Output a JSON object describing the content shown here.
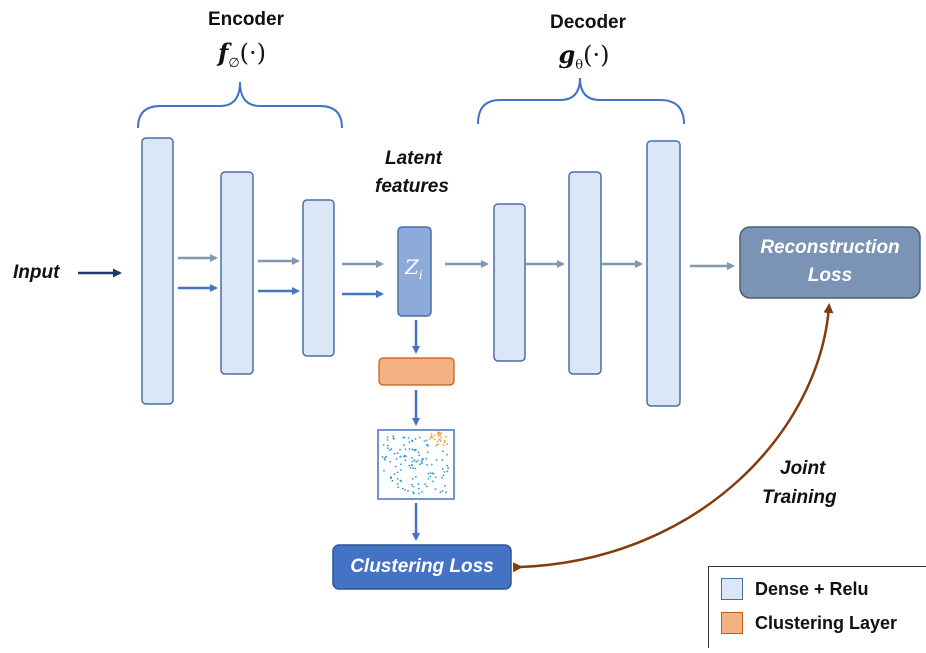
{
  "encoder": {
    "title": "Encoder",
    "func_base": "f",
    "func_sub": "∅",
    "func_arg": "(·)"
  },
  "decoder": {
    "title": "Decoder",
    "func_base": "g",
    "func_sub": "θ",
    "func_arg": "(·)"
  },
  "latent": {
    "label_line1": "Latent",
    "label_line2": "features",
    "symbol": "Z",
    "symbol_sub": "i"
  },
  "input_label": "Input",
  "reconstruction_loss": {
    "line1": "Reconstruction",
    "line2": "Loss"
  },
  "clustering_loss": "Clustering Loss",
  "joint_training": {
    "line1": "Joint",
    "line2": "Training"
  },
  "legend": {
    "items": [
      {
        "label": "Dense + Relu",
        "color": "#dbe6f6"
      },
      {
        "label": "Clustering Layer",
        "color": "#f4b183"
      }
    ]
  },
  "colors": {
    "layer_fill": "#dbe6f6",
    "layer_stroke": "#4a6fa5",
    "latent_fill": "#8eaadb",
    "clustering_layer": "#f4b183",
    "recon_box": "#7b93b4",
    "cluster_box": "#4472c4",
    "arrow_light": "#8497b0",
    "arrow_dark": "#4472c4",
    "joint_arrow": "#843c0c"
  }
}
